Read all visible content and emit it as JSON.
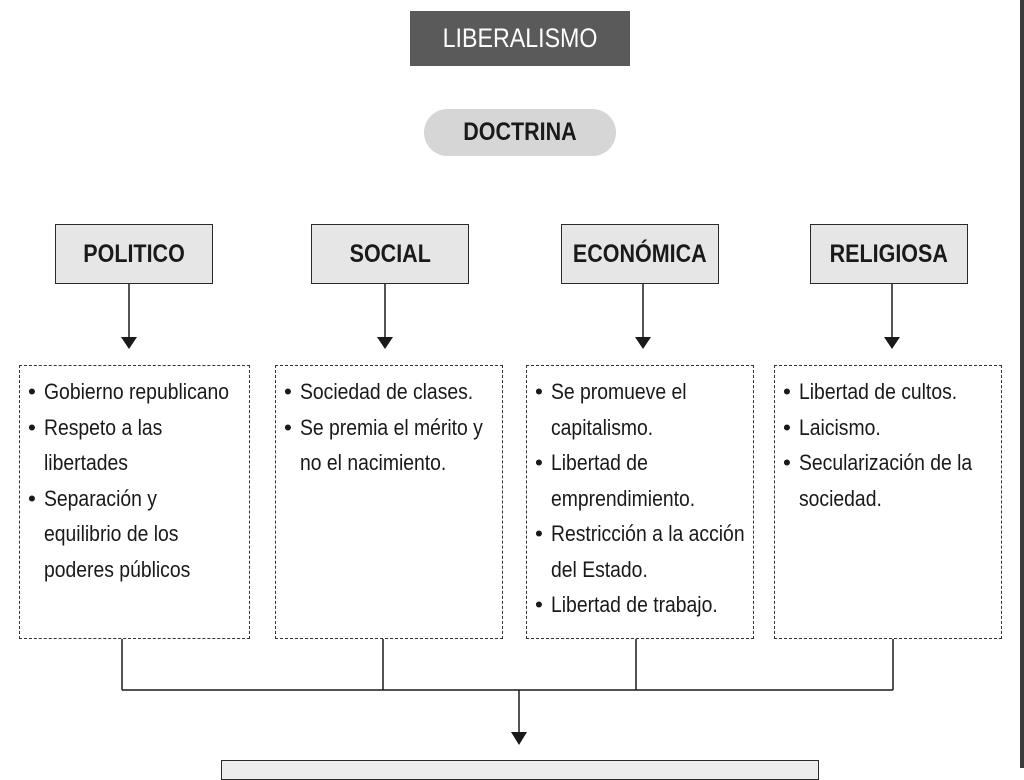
{
  "title": "LIBERALISMO",
  "subtitle": "DOCTRINA",
  "categories": [
    {
      "label": "POLITICO",
      "items": [
        [
          "Gobierno republicano"
        ],
        [
          "Respeto a las",
          "libertades"
        ],
        [
          "Separación y",
          "equilibrio de los",
          "poderes públicos"
        ]
      ]
    },
    {
      "label": "SOCIAL",
      "items": [
        [
          "Sociedad de clases."
        ],
        [
          "Se premia el mérito y",
          "no el nacimiento."
        ]
      ]
    },
    {
      "label": "ECONÓMICA",
      "items": [
        [
          "Se promueve el",
          "capitalismo."
        ],
        [
          "Libertad de",
          "emprendimiento."
        ],
        [
          "Restricción a la acción",
          "del Estado."
        ],
        [
          "Libertad de trabajo."
        ]
      ]
    },
    {
      "label": "RELIGIOSA",
      "items": [
        [
          "Libertad de cultos."
        ],
        [
          "Laicismo."
        ],
        [
          "Secularización de la",
          "sociedad."
        ]
      ]
    }
  ]
}
